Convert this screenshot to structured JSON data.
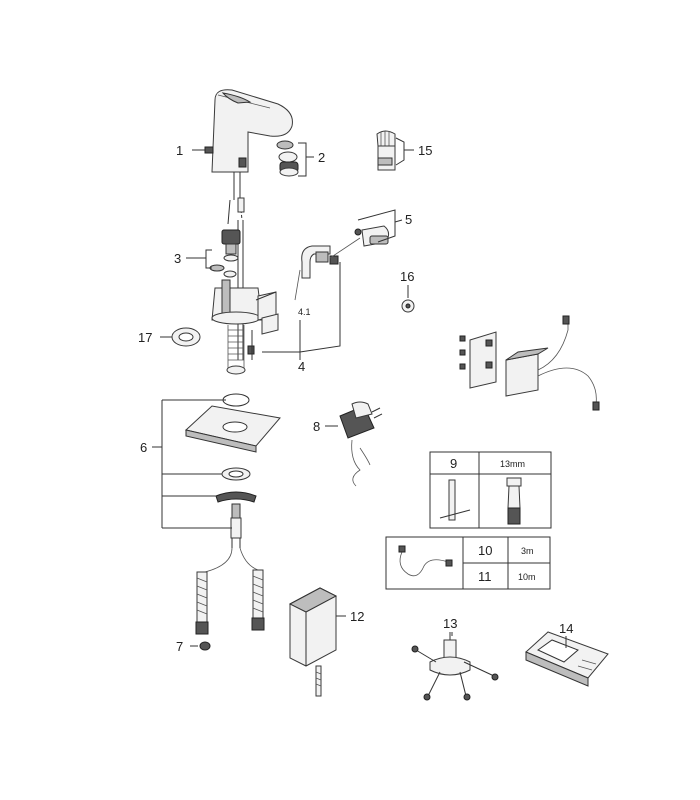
{
  "callouts": {
    "c1": "1",
    "c2": "2",
    "c3": "3",
    "c4": "4",
    "c4_1": "4.1",
    "c5": "5",
    "c6": "6",
    "c7": "7",
    "c8": "8",
    "c9": "9",
    "c10": "10",
    "c11": "11",
    "c12": "12",
    "c13": "13",
    "c14": "14",
    "c15": "15",
    "c16": "16",
    "c17": "17"
  },
  "table_9": {
    "size": "13mm"
  },
  "table_10_11": {
    "len_10": "3m",
    "len_11": "10m"
  }
}
